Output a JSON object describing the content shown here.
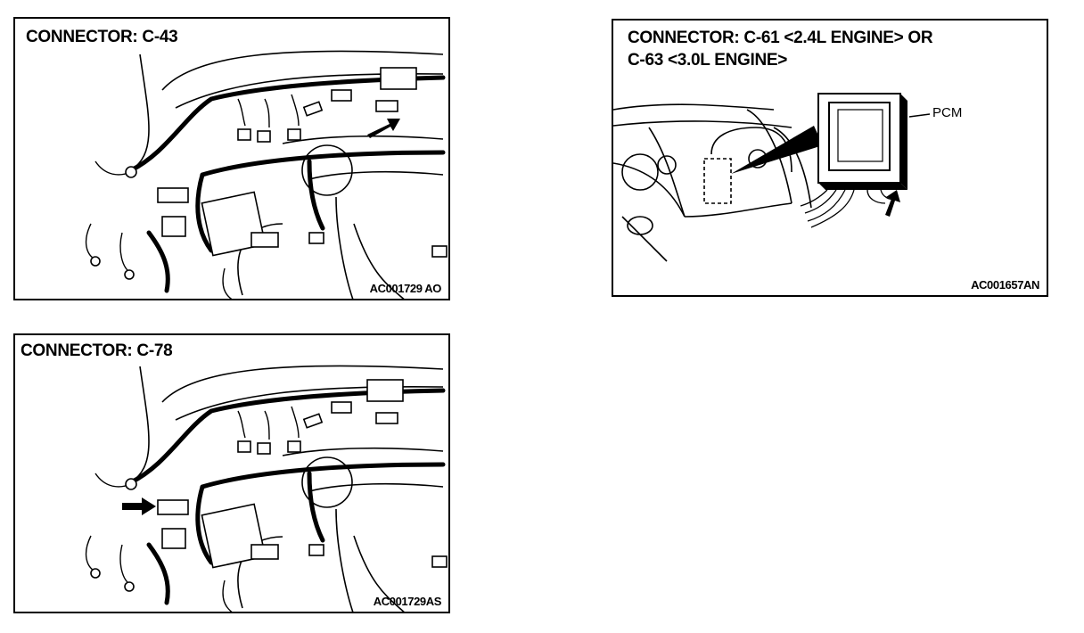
{
  "panels": [
    {
      "title": "CONNECTOR: C-43",
      "code": "AC001729 AO"
    },
    {
      "title_line1": "CONNECTOR: C-61 <2.4L ENGINE> OR",
      "title_line2": "C-63 <3.0L ENGINE>",
      "callout": "PCM",
      "code": "AC001657AN"
    },
    {
      "title": "CONNECTOR: C-78",
      "code": "AC001729AS"
    }
  ]
}
